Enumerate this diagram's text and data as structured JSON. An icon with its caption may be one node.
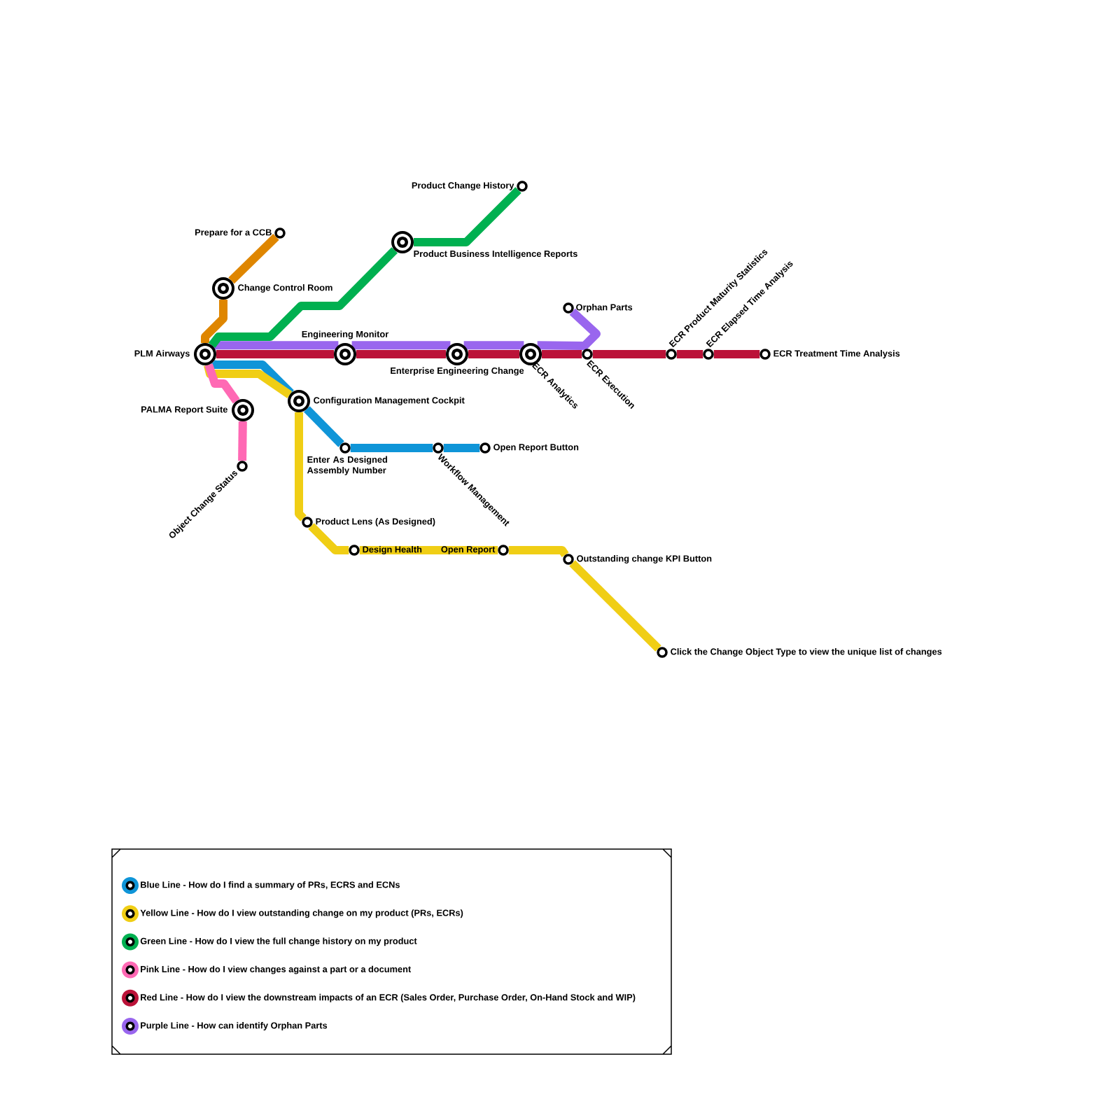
{
  "diagram": {
    "nodes": [
      {
        "text": [
          "PLM Airways"
        ]
      },
      {
        "text": [
          "Prepare for a CCB"
        ]
      },
      {
        "text": [
          "Change Control Room"
        ]
      },
      {
        "text": [
          "PALMA Report Suite"
        ]
      },
      {
        "text": [
          "Object Change Status"
        ]
      },
      {
        "text": [
          "Configuration Management Cockpit"
        ]
      },
      {
        "text": [
          "Engineering Monitor"
        ]
      },
      {
        "text": [
          "Product Business Intelligence Reports"
        ]
      },
      {
        "text": [
          "Product Change History"
        ]
      },
      {
        "text": [
          "Enterprise Engineering Change"
        ]
      },
      {
        "text": [
          "ECR Analytics"
        ]
      },
      {
        "text": [
          "Orphan Parts"
        ]
      },
      {
        "text": [
          "ECR Execution"
        ]
      },
      {
        "text": [
          "ECR Product Maturity Statistics"
        ]
      },
      {
        "text": [
          "ECR Elapsed Time Analysis"
        ]
      },
      {
        "text": [
          "ECR Treatment Time Analysis"
        ]
      },
      {
        "text": [
          "Enter As Designed Assembly Number"
        ]
      },
      {
        "text": [
          "Workflow Management"
        ]
      },
      {
        "text": [
          "Open Report Button"
        ]
      },
      {
        "text": [
          "Product Lens (As Designed)"
        ]
      },
      {
        "text": [
          "Design Health"
        ]
      },
      {
        "text": [
          "Open Report"
        ]
      },
      {
        "text": [
          "Outstanding change KPI Button"
        ]
      },
      {
        "text": [
          "Click the Change Object Type to view the unique list of changes"
        ]
      }
    ],
    "edges": [
      {
        "from": 0,
        "to": 6,
        "arrow": "none",
        "color": "#bb1238"
      },
      {
        "from": 6,
        "to": 9,
        "arrow": "none",
        "color": "#bb1238"
      },
      {
        "from": 9,
        "to": 10,
        "arrow": "none",
        "color": "#bb1238"
      },
      {
        "from": 10,
        "to": 12,
        "arrow": "none",
        "color": "#bb1238"
      },
      {
        "from": 12,
        "to": 13,
        "arrow": "none",
        "color": "#bb1238"
      },
      {
        "from": 13,
        "to": 14,
        "arrow": "none",
        "color": "#bb1238"
      },
      {
        "from": 14,
        "to": 15,
        "arrow": "none",
        "color": "#bb1238"
      },
      {
        "from": 0,
        "to": 6,
        "arrow": "none",
        "color": "#9966ee"
      },
      {
        "from": 6,
        "to": 9,
        "arrow": "none",
        "color": "#9966ee"
      },
      {
        "from": 9,
        "to": 10,
        "arrow": "none",
        "color": "#9966ee"
      },
      {
        "from": 10,
        "to": 11,
        "arrow": "none",
        "color": "#9966ee"
      },
      {
        "from": 0,
        "to": 2,
        "arrow": "none",
        "color": "#df8600"
      },
      {
        "from": 2,
        "to": 1,
        "arrow": "none",
        "color": "#df8600"
      },
      {
        "from": 0,
        "to": 7,
        "arrow": "none",
        "color": "#00b050"
      },
      {
        "from": 7,
        "to": 8,
        "arrow": "none",
        "color": "#00b050"
      },
      {
        "from": 0,
        "to": 5,
        "arrow": "none",
        "color": "#0f95d8"
      },
      {
        "from": 5,
        "to": 16,
        "arrow": "none",
        "color": "#0f95d8"
      },
      {
        "from": 16,
        "to": 17,
        "arrow": "none",
        "color": "#0f95d8"
      },
      {
        "from": 17,
        "to": 18,
        "arrow": "none",
        "color": "#0f95d8"
      },
      {
        "from": 0,
        "to": 5,
        "arrow": "none",
        "color": "#f0ce15"
      },
      {
        "from": 5,
        "to": 19,
        "arrow": "none",
        "color": "#f0ce15"
      },
      {
        "from": 19,
        "to": 20,
        "arrow": "none",
        "color": "#f0ce15"
      },
      {
        "from": 20,
        "to": 21,
        "arrow": "none",
        "color": "#f0ce15"
      },
      {
        "from": 21,
        "to": 22,
        "arrow": "none",
        "color": "#f0ce15"
      },
      {
        "from": 22,
        "to": 23,
        "arrow": "none",
        "color": "#f0ce15"
      },
      {
        "from": 0,
        "to": 3,
        "arrow": "none",
        "color": "#ff69b4"
      },
      {
        "from": 3,
        "to": 4,
        "arrow": "none",
        "color": "#ff69b4"
      }
    ],
    "legend": [
      {
        "text": "Blue Line - How do I find a summary of PRs, ECRS and ECNs",
        "color": "#0f95d8"
      },
      {
        "text": "Yellow Line - How do I view outstanding change on my product (PRs, ECRs)",
        "color": "#f0ce15"
      },
      {
        "text": "Green Line - How do I view the full change history on my product",
        "color": "#00b050"
      },
      {
        "text": "Pink Line - How do I view changes against a part or a document",
        "color": "#ff69b4"
      },
      {
        "text": "Red Line - How do I view the downstream impacts of an ECR (Sales Order, Purchase Order, On-Hand Stock and WIP)",
        "color": "#bb1238"
      },
      {
        "text": "Purple Line - How can identify Orphan Parts",
        "color": "#9966ee"
      }
    ]
  }
}
